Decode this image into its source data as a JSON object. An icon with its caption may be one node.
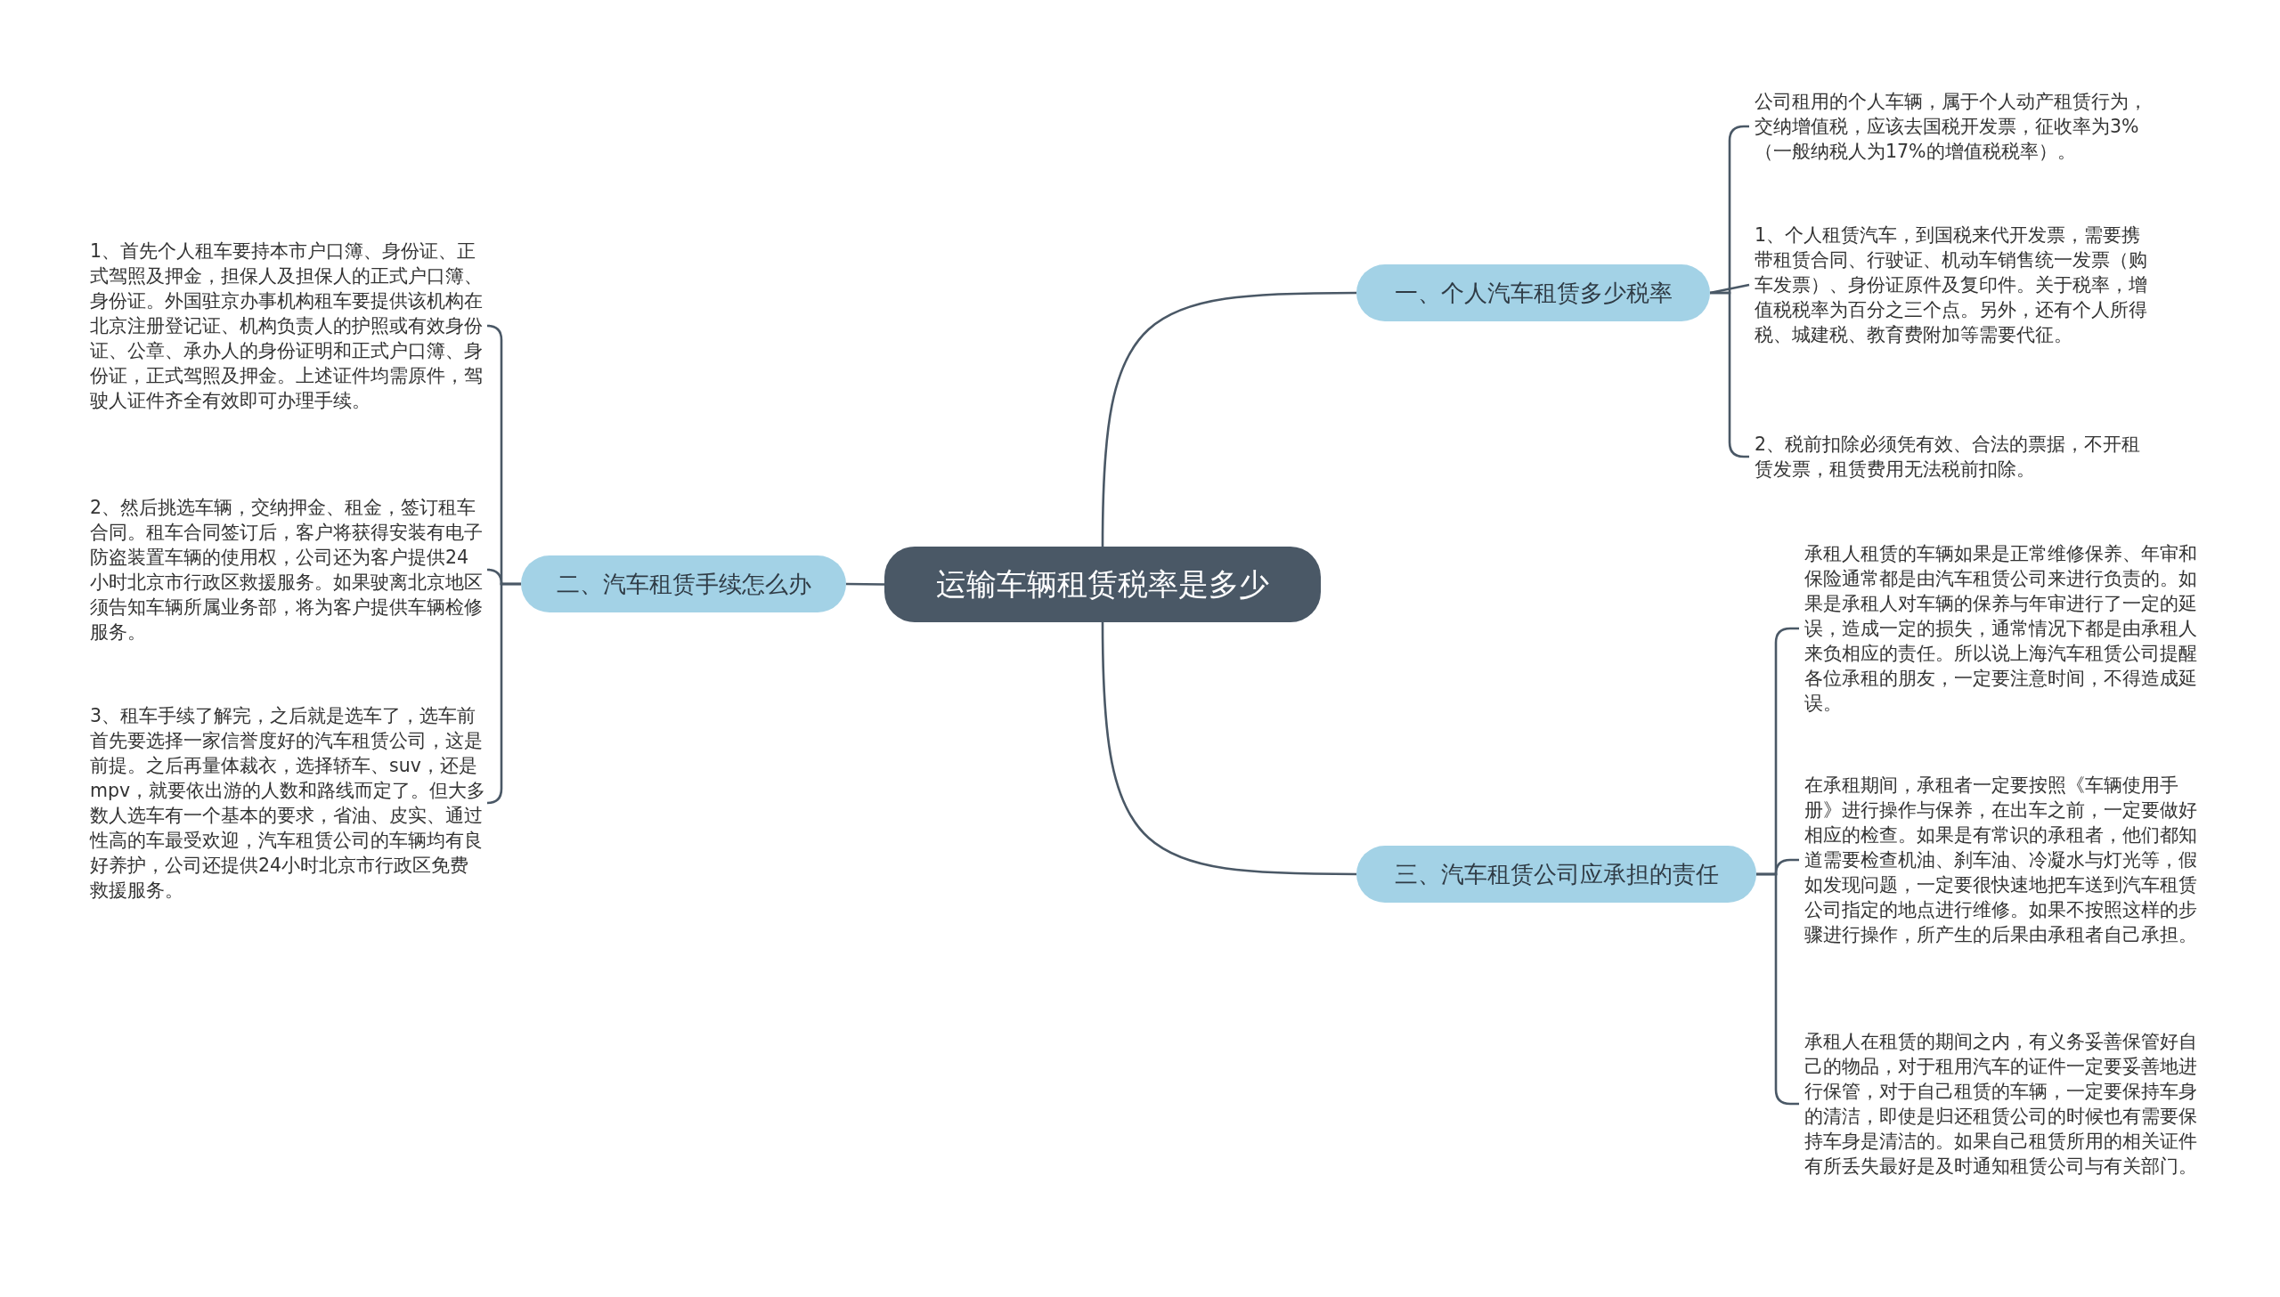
{
  "diagram": {
    "nodes": [
      {
        "text": [
          "运输车辆租赁税率是多少"
        ]
      },
      {
        "text": [
          "一、个人汽车租赁多少税率"
        ]
      },
      {
        "text": [
          "二、汽车租赁手续怎么办"
        ]
      },
      {
        "text": [
          "三、汽车租赁公司应承担的责任"
        ]
      },
      {
        "text": [
          "公司租用的个人车辆，属于个人动产租赁行为，交纳增值税，应该去国税开发票，征收率为3%（一般纳税人为17%的增值税税率）。"
        ]
      },
      {
        "text": [
          " 1、个人租赁汽车，到国税来代开发票，需要携带租赁合同、行驶证、机动车销售统一发票（购车发票）、身份证原件及复印件。关于税率，增值税税率为百分之三个点。另外，还有个人所得税、城建税、教育费附加等需要代征。"
        ]
      },
      {
        "text": [
          " 2、税前扣除必须凭有效、合法的票据，不开租赁发票，租赁费用无法税前扣除。"
        ]
      },
      {
        "text": [
          "1、首先个人租车要持本市户口簿、身份证、正式驾照及押金，担保人及担保人的正式户口簿、身份证。外国驻京办事机构租车要提供该机构在北京注册登记证、机构负责人的护照或有效身份证、公章、承办人的身份证明和正式户口簿、身份证，正式驾照及押金。上述证件均需原件，驾驶人证件齐全有效即可办理手续。"
        ]
      },
      {
        "text": [
          "2、然后挑选车辆，交纳押金、租金，签订租车合同。租车合同签订后，客户将获得安装有电子防盗装置车辆的使用权，公司还为客户提供24小时北京市行政区救援服务。如果驶离北京地区须告知车辆所属业务部，将为客户提供车辆检修服务。"
        ]
      },
      {
        "text": [
          "3、租车手续了解完，之后就是选车了，选车前首先要选择一家信誉度好的汽车租赁公司，这是前提。之后再量体裁衣，选择轿车、suv，还是mpv，就要依出游的人数和路线而定了。但大多数人选车有一个基本的要求，省油、皮实、通过性高的车最受欢迎，汽车租赁公司的车辆均有良好养护，公司还提供24小时北京市行政区免费救援服务。"
        ]
      },
      {
        "text": [
          "承租人租赁的车辆如果是正常维修保养、年审和保险通常都是由汽车租赁公司来进行负责的。如果是承租人对车辆的保养与年审进行了一定的延误，造成一定的损失，通常情况下都是由承租人来负相应的责任。所以说上海汽车租赁公司提醒各位承租的朋友，一定要注意时间，不得造成延误。"
        ]
      },
      {
        "text": [
          "在承租期间，承租者一定要按照《车辆使用手册》进行操作与保养，在出车之前，一定要做好相应的检查。如果是有常识的承租者，他们都知道需要检查机油、刹车油、冷凝水与灯光等，假如发现问题，一定要很快速地把车送到汽车租赁公司指定的地点进行维修。如果不按照这样的步骤进行操作，所产生的后果由承租者自己承担。"
        ]
      },
      {
        "text": [
          "承租人在租赁的期间之内，有义务妥善保管好自己的物品，对于租用汽车的证件一定要妥善地进行保管，对于自己租赁的车辆，一定要保持车身的清洁，即使是归还租赁公司的时候也有需要保持车身是清洁的。如果自己租赁所用的相关证件有所丢失最好是及时通知租赁公司与有关部门。"
        ]
      }
    ],
    "edges": [
      {
        "from": 0,
        "to": 1,
        "arrow": "none"
      },
      {
        "from": 0,
        "to": 2,
        "arrow": "none"
      },
      {
        "from": 0,
        "to": 3,
        "arrow": "none"
      },
      {
        "from": 1,
        "to": 4,
        "arrow": "none"
      },
      {
        "from": 1,
        "to": 5,
        "arrow": "none"
      },
      {
        "from": 1,
        "to": 6,
        "arrow": "none"
      },
      {
        "from": 2,
        "to": 7,
        "arrow": "none"
      },
      {
        "from": 2,
        "to": 8,
        "arrow": "none"
      },
      {
        "from": 2,
        "to": 9,
        "arrow": "none"
      },
      {
        "from": 3,
        "to": 10,
        "arrow": "none"
      },
      {
        "from": 3,
        "to": 11,
        "arrow": "none"
      },
      {
        "from": 3,
        "to": 12,
        "arrow": "none"
      }
    ]
  }
}
